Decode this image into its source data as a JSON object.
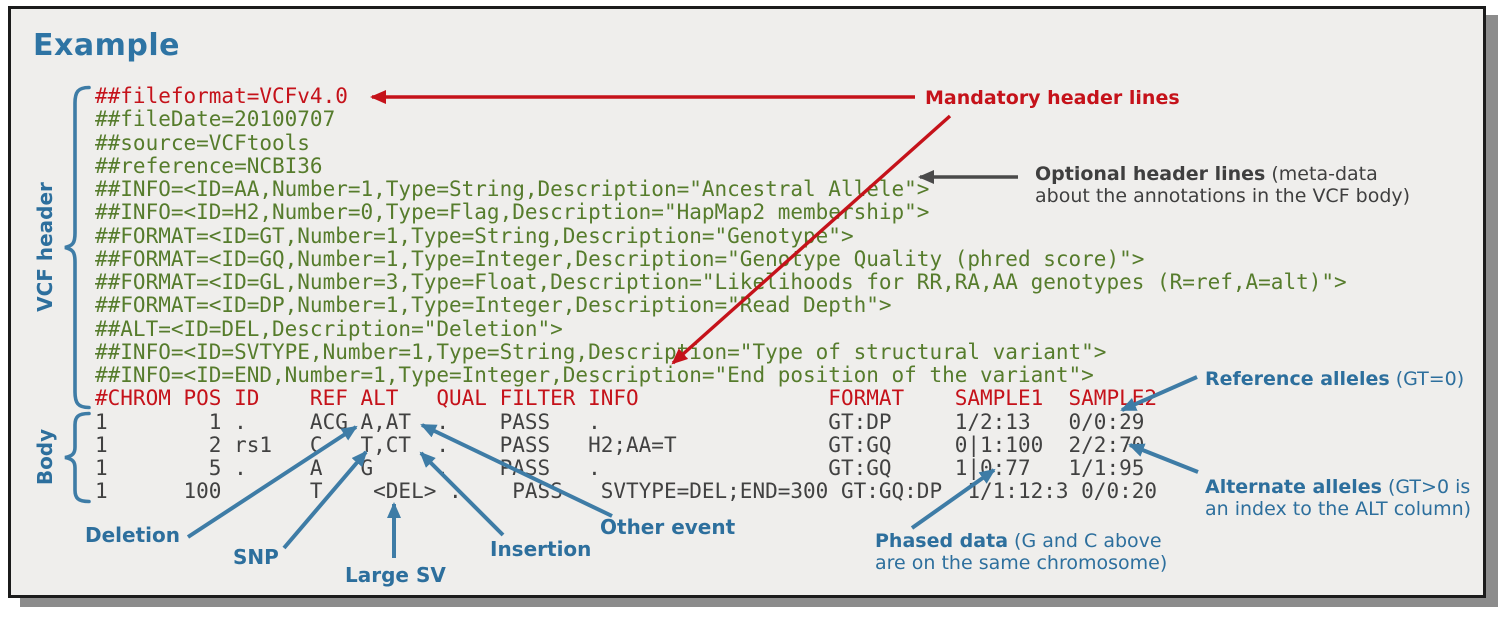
{
  "title": "Example",
  "side_labels": {
    "header": "VCF header",
    "body": "Body"
  },
  "code": {
    "header_lines": [
      {
        "text": "##fileformat=VCFv4.0",
        "color": "red"
      },
      {
        "text": "##fileDate=20100707",
        "color": "green"
      },
      {
        "text": "##source=VCFtools",
        "color": "green"
      },
      {
        "text": "##reference=NCBI36",
        "color": "green"
      },
      {
        "text": "##INFO=<ID=AA,Number=1,Type=String,Description=\"Ancestral Allele\">",
        "color": "green"
      },
      {
        "text": "##INFO=<ID=H2,Number=0,Type=Flag,Description=\"HapMap2 membership\">",
        "color": "green"
      },
      {
        "text": "##FORMAT=<ID=GT,Number=1,Type=String,Description=\"Genotype\">",
        "color": "green"
      },
      {
        "text": "##FORMAT=<ID=GQ,Number=1,Type=Integer,Description=\"Genotype Quality (phred score)\">",
        "color": "green"
      },
      {
        "text": "##FORMAT=<ID=GL,Number=3,Type=Float,Description=\"Likelihoods for RR,RA,AA genotypes (R=ref,A=alt)\">",
        "color": "green"
      },
      {
        "text": "##FORMAT=<ID=DP,Number=1,Type=Integer,Description=\"Read Depth\">",
        "color": "green"
      },
      {
        "text": "##ALT=<ID=DEL,Description=\"Deletion\">",
        "color": "green"
      },
      {
        "text": "##INFO=<ID=SVTYPE,Number=1,Type=String,Description=\"Type of structural variant\">",
        "color": "green"
      },
      {
        "text": "##INFO=<ID=END,Number=1,Type=Integer,Description=\"End position of the variant\">",
        "color": "green"
      }
    ],
    "column_header": "#CHROM POS ID    REF ALT   QUAL FILTER INFO               FORMAT    SAMPLE1  SAMPLE2",
    "body_rows": [
      "1        1 .     ACG A,AT  .    PASS   .                  GT:DP     1/2:13   0/0:29",
      "1        2 rs1   C   T,CT  .    PASS   H2;AA=T            GT:GQ     0|1:100  2/2:70",
      "1        5 .     A   G     .    PASS   .                  GT:GQ     1|0:77   1/1:95",
      "1      100       T    <DEL> .    PASS   SVTYPE=DEL;END=300 GT:GQ:DP  1/1:12:3 0/0:20"
    ]
  },
  "annotations": {
    "mandatory": "Mandatory header lines",
    "optional": {
      "bold": "Optional header lines",
      "rest": " (meta-data",
      "line2": "about the annotations in the VCF body)"
    },
    "reference": {
      "bold": "Reference alleles",
      "rest": " (GT=0)"
    },
    "alternate": {
      "bold": "Alternate alleles",
      "rest": " (GT>0 is",
      "line2": "an index to the ALT column)"
    },
    "phased": {
      "bold": "Phased data",
      "rest": " (G and C above",
      "line2": "are on the same chromosome)"
    },
    "deletion": "Deletion",
    "snp": "SNP",
    "large_sv": "Large SV",
    "insertion": "Insertion",
    "other_event": "Other event"
  },
  "colors": {
    "accent_blue": "#2d6f9d",
    "arrow_blue": "#3e7ca6",
    "code_green": "#567c2c",
    "highlight_red": "#c5121a",
    "text_dark": "#414141",
    "panel_bg": "#efeeec"
  }
}
